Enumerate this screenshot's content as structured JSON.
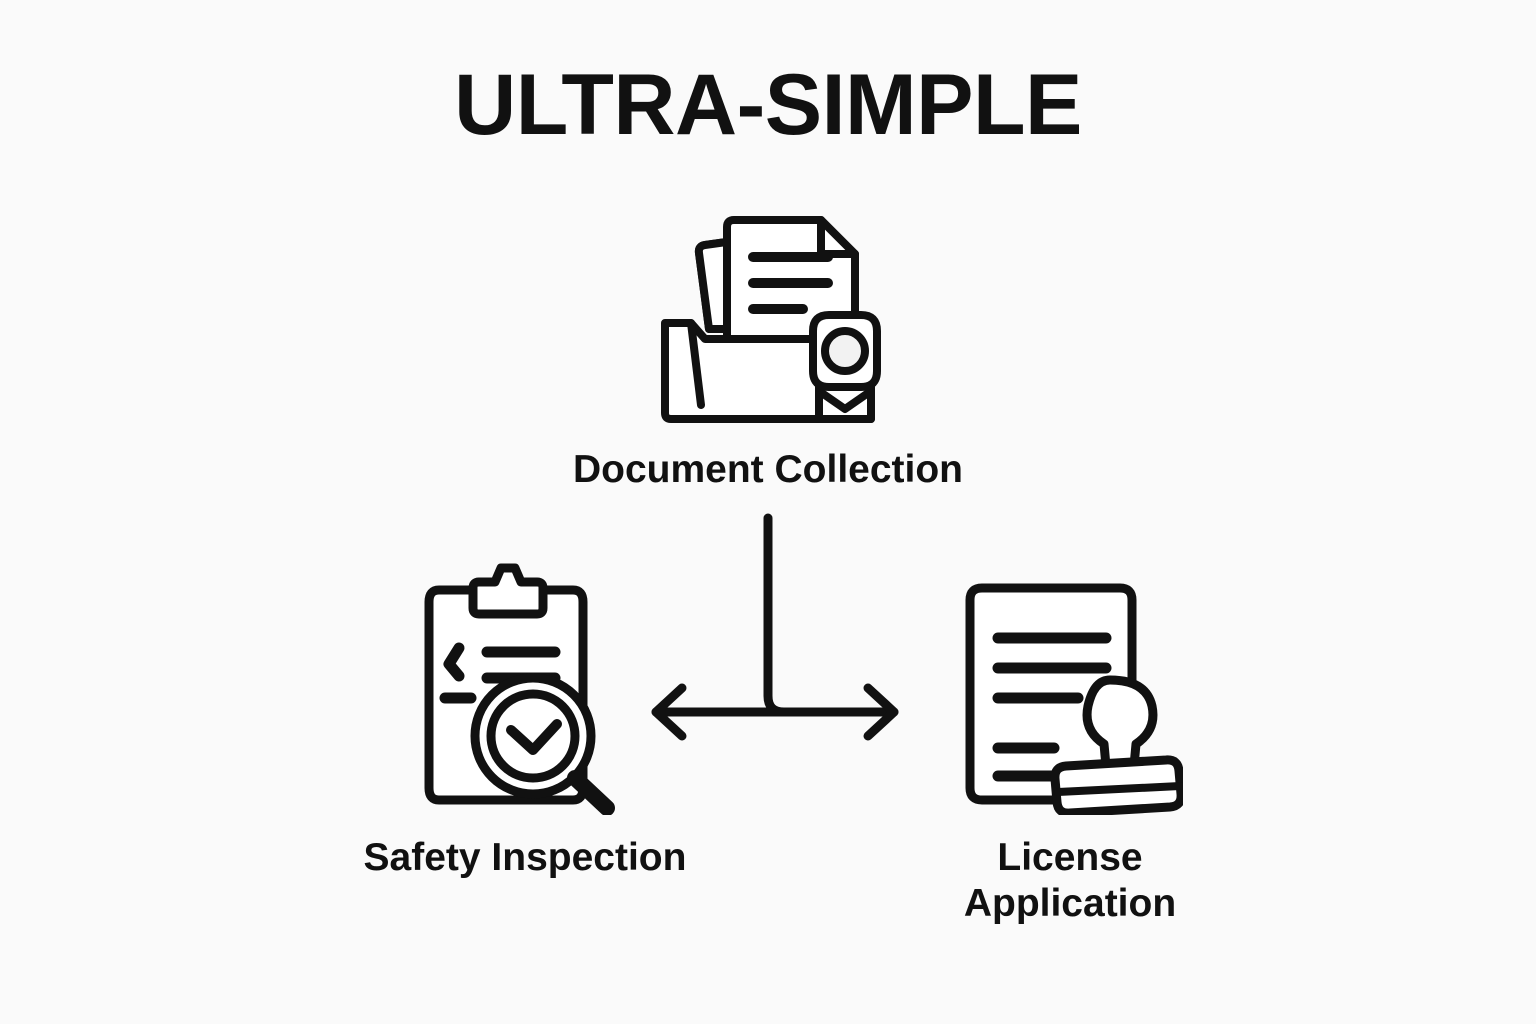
{
  "page": {
    "title": "ULTRA-SIMPLE",
    "background_color": "#fafafa",
    "ink_color": "#111111"
  },
  "diagram": {
    "type": "flow-diagram",
    "orientation": "top-down-branching",
    "nodes": [
      {
        "id": "document-collection",
        "label": "Document Collection",
        "icon": "folder-with-documents-and-seal-icon"
      },
      {
        "id": "safety-inspection",
        "label": "Safety Inspection",
        "icon": "clipboard-with-magnifier-check-icon"
      },
      {
        "id": "license-application",
        "label": "License\nApplication",
        "icon": "document-with-rubber-stamp-icon"
      }
    ],
    "connector": {
      "style": "double-headed-horizontal-with-vertical-stem",
      "arrowheads": [
        "left",
        "right"
      ],
      "from": "document-collection",
      "to": [
        "safety-inspection",
        "license-application"
      ]
    }
  }
}
